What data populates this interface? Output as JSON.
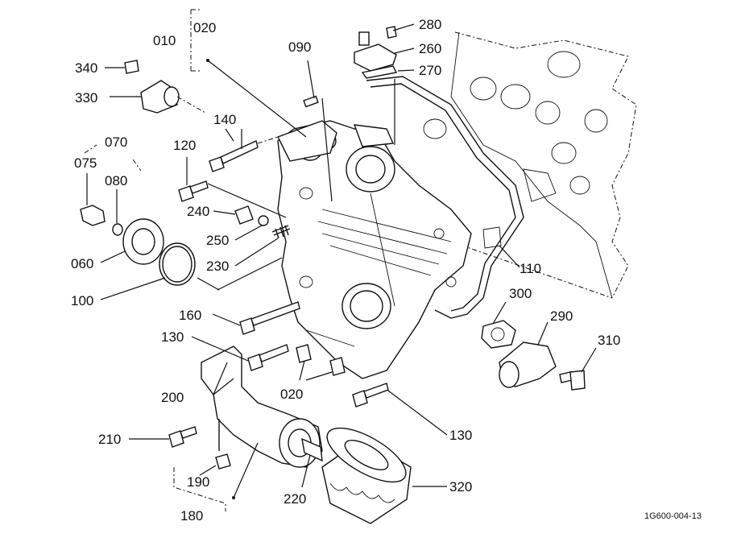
{
  "drawing_code": "1G600-004-13",
  "labels": {
    "l010": "010",
    "l020_top": "020",
    "l090": "090",
    "l280": "280",
    "l260": "260",
    "l270": "270",
    "l340": "340",
    "l330": "330",
    "l140": "140",
    "l070": "070",
    "l120": "120",
    "l075": "075",
    "l080": "080",
    "l240": "240",
    "l250": "250",
    "l230": "230",
    "l060": "060",
    "l100": "100",
    "l110": "110",
    "l300": "300",
    "l290": "290",
    "l310": "310",
    "l160": "160",
    "l130_left": "130",
    "l200": "200",
    "l020_bottom": "020",
    "l130_right": "130",
    "l210": "210",
    "l190": "190",
    "l220": "220",
    "l320": "320",
    "l180": "180"
  }
}
